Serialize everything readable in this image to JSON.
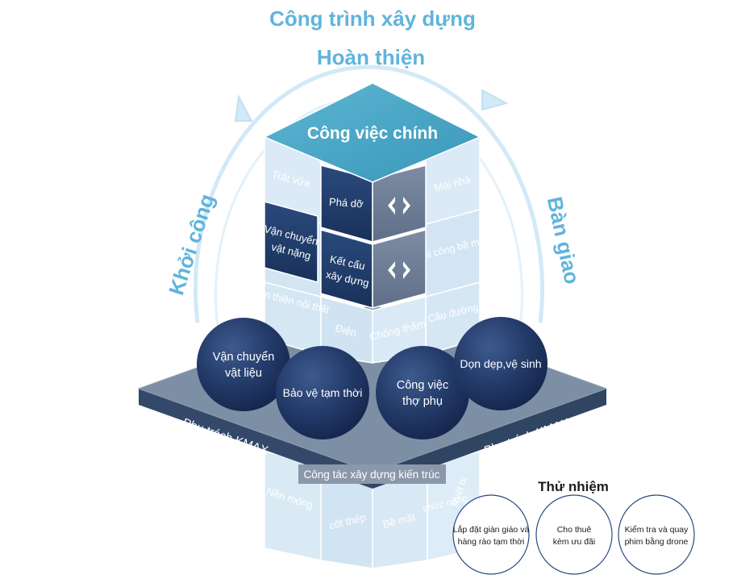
{
  "cycle": {
    "title": "Công trình xây dựng",
    "top": "Hoàn thiện",
    "left": "Khởi công",
    "right": "Bàn giao"
  },
  "tower": {
    "top_label": "Công việc chính",
    "faded_upper_left": [
      "Trát vữa",
      "Hoàn thiện nội thất"
    ],
    "faded_upper_right": [
      "Mái nhà",
      "Thi công bề mặt",
      "Cầu đường"
    ],
    "faded_center": [
      "Điện",
      "Chống thấm"
    ],
    "dark_blocks": {
      "demolition": "Phá dỡ",
      "structure": [
        "Kết cấu",
        "xây dựng"
      ],
      "heavy_transport": [
        "Vận chuyển",
        "vật nặng"
      ]
    },
    "faded_lower": {
      "foundation": "Nền móng",
      "rebar": "cốt thép",
      "surface": "Bề mặt",
      "equipment": [
        "Thiết bị",
        "chức năng"
      ]
    }
  },
  "platform": {
    "left_label": "Phụ trách KMAX",
    "right_label": "Phụ trách KMAX",
    "center_label": "Công tác xây dựng kiến trúc"
  },
  "spheres": [
    [
      "Vận chuyển",
      "vật liệu"
    ],
    [
      "Bảo vệ tạm thời"
    ],
    [
      "Công việc",
      "thợ phụ"
    ],
    [
      "Dọn dẹp,vệ sinh"
    ]
  ],
  "trial": {
    "title": "Thử nhiệm",
    "items": [
      [
        "Lắp đặt giàn giáo và",
        "hàng rào tạm thời"
      ],
      [
        "Cho thuê",
        "kèm ưu đãi"
      ],
      [
        "Kiểm tra và quay",
        "phim bằng drone"
      ]
    ]
  },
  "colors": {
    "cycle_text": "#5fb4dd",
    "cycle_ring": "#d2e9f6",
    "tower_top": "#4aa8c8",
    "dark_block": "#203d6b",
    "platform": "#6a7f99",
    "platform_side": "#2f4562",
    "sphere": "#21345f",
    "faded_block": "#d6e8f5"
  }
}
